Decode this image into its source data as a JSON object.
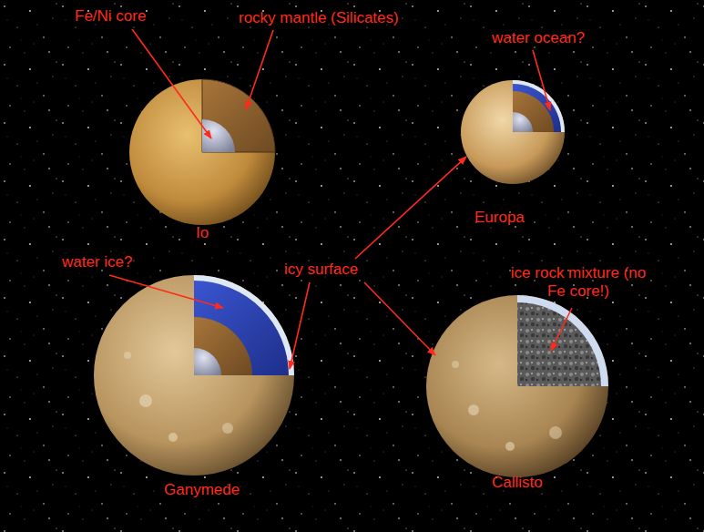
{
  "diagram": {
    "labels": [
      "Fe/Ni core",
      "rocky mantle (Silicates)",
      "water ocean?",
      "Io",
      "Europa",
      "water ice?",
      "icy surface",
      "ice rock mixture (no Fe core!)",
      "Ganymede",
      "Callisto"
    ]
  }
}
